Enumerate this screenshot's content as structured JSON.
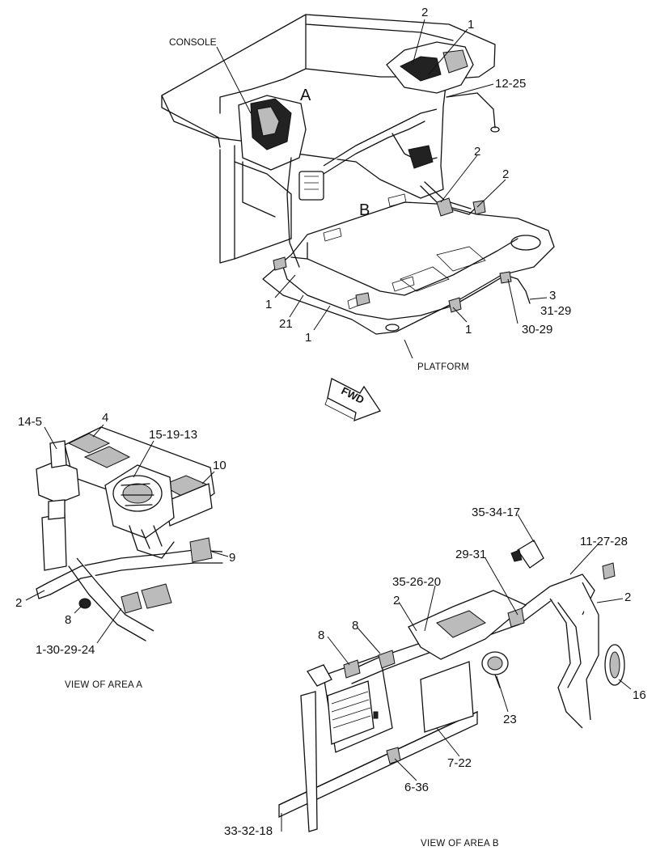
{
  "labels": {
    "console": "CONSOLE",
    "platform": "PLATFORM",
    "fwd": "FWD",
    "area_a": "A",
    "area_b": "B",
    "view_a": "VIEW OF AREA  A",
    "view_b": "VIEW OF AREA  B"
  },
  "callouts_main": {
    "c2_top": "2",
    "c1_top": "1",
    "c12_25": "12-25",
    "c2_mid1": "2",
    "c2_mid2": "2",
    "c3": "3",
    "c31_29": "31-29",
    "c30_29": "30-29",
    "c1_right": "1",
    "c1_left": "1",
    "c21": "21",
    "c1_bottom": "1"
  },
  "callouts_area_a": {
    "c14_5": "14-5",
    "c4": "4",
    "c15_19_13": "15-19-13",
    "c10": "10",
    "c9": "9",
    "c2": "2",
    "c8": "8",
    "c1_30_29_24": "1-30-29-24"
  },
  "callouts_area_b": {
    "c35_34_17": "35-34-17",
    "c11_27_28": "11-27-28",
    "c29_31": "29-31",
    "c35_26_20": "35-26-20",
    "c2_a": "2",
    "c2_b": "2",
    "c8_a": "8",
    "c8_b": "8",
    "c16": "16",
    "c23": "23",
    "c7_22": "7-22",
    "c6_36": "6-36",
    "c33_32_18": "33-32-18"
  }
}
